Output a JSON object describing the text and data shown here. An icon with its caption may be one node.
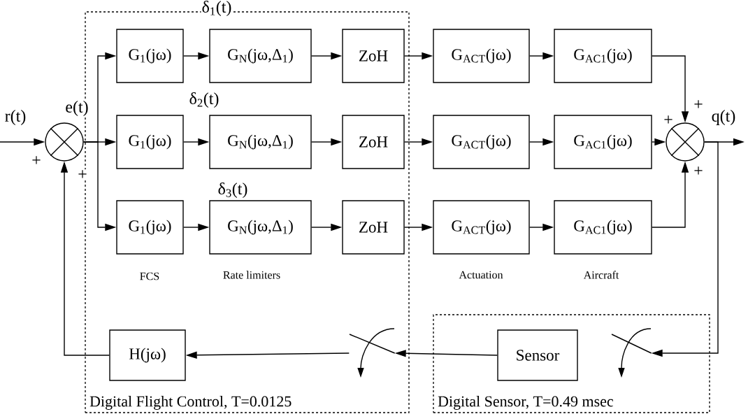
{
  "diagram": {
    "nodes": [
      {
        "text": [
          "Digital Flight Control, T=0.0125"
        ]
      },
      {
        "text": [
          "Digital Sensor, T=0.49 msec"
        ]
      },
      {
        "text": [],
        "shape": "circle"
      },
      {
        "text": [
          "G$_{1}$(jω)"
        ],
        "in": 0
      },
      {
        "text": [
          "G$_{1}$(jω)"
        ],
        "in": 0
      },
      {
        "text": [
          "G$_{1}$(jω)"
        ],
        "in": 0
      },
      {
        "text": [
          "G$_{N}$(jω,Δ$_{1}$)"
        ],
        "in": 0
      },
      {
        "text": [
          "G$_{N}$(jω,Δ$_{1}$)"
        ],
        "in": 0
      },
      {
        "text": [
          "G$_{N}$(jω,Δ$_{1}$)"
        ],
        "in": 0
      },
      {
        "text": [
          "ZoH"
        ],
        "in": 0
      },
      {
        "text": [
          "ZoH"
        ],
        "in": 0
      },
      {
        "text": [
          "ZoH"
        ],
        "in": 0
      },
      {
        "text": [
          "G$_{ACT}$(jω)"
        ]
      },
      {
        "text": [
          "G$_{ACT}$(jω)"
        ]
      },
      {
        "text": [
          "G$_{ACT}$(jω)"
        ]
      },
      {
        "text": [
          "G$_{AC1}$(jω)"
        ]
      },
      {
        "text": [
          "G$_{AC1}$(jω)"
        ]
      },
      {
        "text": [
          "G$_{AC1}$(jω)"
        ]
      },
      {
        "text": [],
        "shape": "circle"
      },
      {
        "text": [
          "H(jω)"
        ],
        "in": 0
      },
      {
        "text": [],
        "shape": "switch",
        "in": 0
      },
      {
        "text": [
          "Sensor"
        ],
        "in": 1
      },
      {
        "text": [],
        "shape": "switch",
        "in": 1
      }
    ],
    "edges": [
      {
        "from": null,
        "to": 2,
        "arrow": "to"
      },
      {
        "from": 2,
        "to": 3,
        "arrow": "to"
      },
      {
        "from": 2,
        "to": 4,
        "arrow": "to"
      },
      {
        "from": 2,
        "to": 5,
        "arrow": "to"
      },
      {
        "from": 3,
        "to": 6,
        "arrow": "to"
      },
      {
        "from": 6,
        "to": 9,
        "arrow": "to"
      },
      {
        "from": 9,
        "to": 12,
        "arrow": "to"
      },
      {
        "from": 12,
        "to": 15,
        "arrow": "to"
      },
      {
        "from": 4,
        "to": 7,
        "arrow": "to"
      },
      {
        "from": 7,
        "to": 10,
        "arrow": "to"
      },
      {
        "from": 10,
        "to": 13,
        "arrow": "to"
      },
      {
        "from": 13,
        "to": 16,
        "arrow": "to"
      },
      {
        "from": 5,
        "to": 8,
        "arrow": "to"
      },
      {
        "from": 8,
        "to": 11,
        "arrow": "to"
      },
      {
        "from": 11,
        "to": 14,
        "arrow": "to"
      },
      {
        "from": 14,
        "to": 17,
        "arrow": "to"
      },
      {
        "from": 15,
        "to": 18,
        "arrow": "to"
      },
      {
        "from": 16,
        "to": 18,
        "arrow": "to"
      },
      {
        "from": 17,
        "to": 18,
        "arrow": "to"
      },
      {
        "from": 18,
        "to": null,
        "arrow": "to"
      },
      {
        "from": 18,
        "to": 22,
        "arrow": "to"
      },
      {
        "from": 21,
        "to": 20,
        "arrow": "to"
      },
      {
        "from": 20,
        "to": 19,
        "arrow": "to"
      },
      {
        "from": 19,
        "to": 2,
        "arrow": "to"
      }
    ],
    "labels": [
      "δ$_{1}$(t)",
      "r(t)",
      "e(t)",
      "δ$_{2}$(t)",
      "+",
      "+",
      "q(t)",
      "+",
      "+",
      "+",
      "δ$_{3}$(t)",
      "FCS",
      "Rate limiters",
      "Actuation",
      "Aircraft"
    ]
  }
}
